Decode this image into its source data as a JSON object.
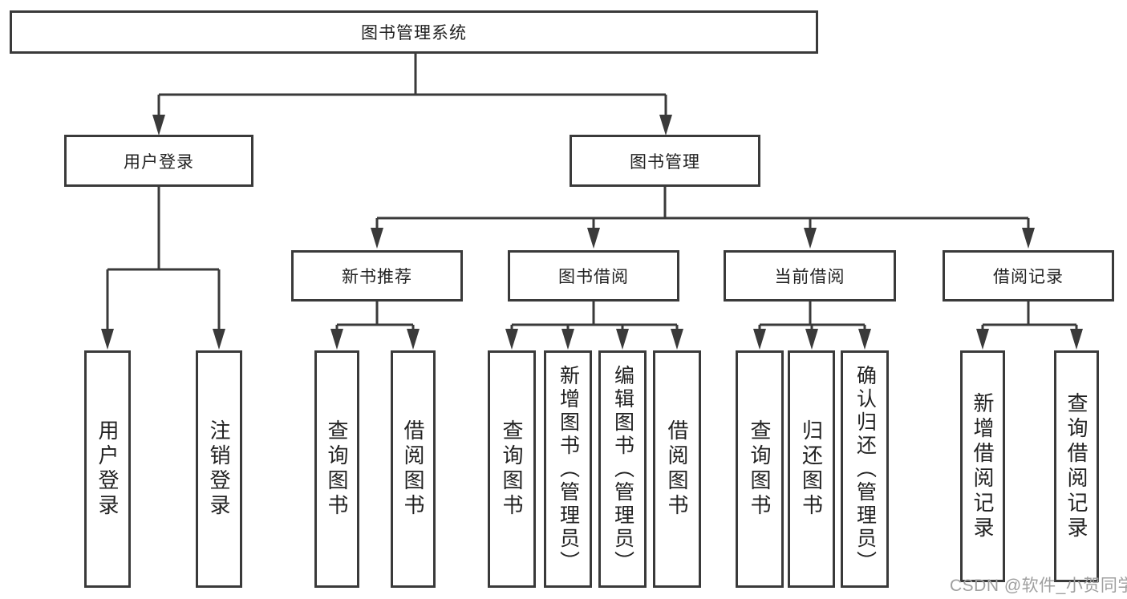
{
  "tree": {
    "root": {
      "label": "图书管理系统"
    },
    "user_login": {
      "label": "用户登录",
      "children": [
        {
          "label": "用户登录"
        },
        {
          "label": "注销登录"
        }
      ]
    },
    "book_management": {
      "label": "图书管理",
      "sections": {
        "new_books": {
          "label": "新书推荐",
          "children": [
            {
              "label": "查询图书"
            },
            {
              "label": "借阅图书"
            }
          ]
        },
        "borrowing": {
          "label": "图书借阅",
          "children": [
            {
              "label": "查询图书"
            },
            {
              "label": "新增图书（管理员）"
            },
            {
              "label": "编辑图书（管理员）"
            },
            {
              "label": "借阅图书"
            }
          ]
        },
        "current": {
          "label": "当前借阅",
          "children": [
            {
              "label": "查询图书"
            },
            {
              "label": "归还图书"
            },
            {
              "label": "确认归还（管理员）"
            }
          ]
        },
        "records": {
          "label": "借阅记录",
          "children": [
            {
              "label": "新增借阅记录"
            },
            {
              "label": "查询借阅记录"
            }
          ]
        }
      }
    }
  },
  "watermark": {
    "text": "CSDN @软件_小贺同学"
  },
  "colors": {
    "line": "#3a3a3a",
    "text": "#222222",
    "watermark": "#9f9f9f",
    "background": "#ffffff"
  }
}
